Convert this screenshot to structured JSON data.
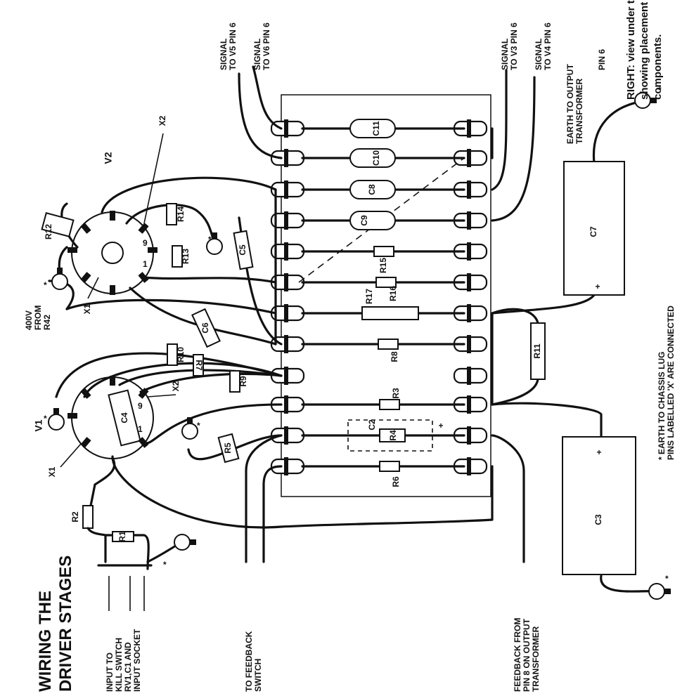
{
  "diagram": {
    "title_line1": "WIRING THE",
    "title_line2": "DRIVER STAGES",
    "caption_line1": "RIGHT: view under the",
    "caption_line2": "showing placement of",
    "caption_line3": "components.",
    "note_line1": "* EARTH TO CHASSIS LUG",
    "note_line2": "PINS LABELLED 'X' ARE CONNECTED",
    "valve_labels": [
      "V1",
      "V2"
    ],
    "pin_labels": [
      "X1",
      "X2",
      "X1",
      "X2",
      "1",
      "9",
      "1",
      "9"
    ],
    "component_labels": [
      "R1",
      "R2",
      "R3",
      "R4",
      "R5",
      "R6",
      "R7",
      "R8",
      "R9",
      "R10",
      "R11",
      "R12",
      "R13",
      "R14",
      "R15",
      "R16",
      "R17",
      "C2",
      "C3",
      "C4",
      "C5",
      "C6",
      "C7",
      "C8",
      "C9",
      "C10",
      "C11"
    ],
    "callouts": {
      "input": [
        "INPUT TO",
        "KILL SWITCH",
        "RV1,C1 AND",
        "INPUT SOCKET"
      ],
      "feedback_switch": [
        "TO FEEDBACK",
        "SWITCH"
      ],
      "feedback_from": [
        "FEEDBACK FROM",
        "PIN 8 ON OUTPUT",
        "TRANSFORMER"
      ],
      "from_r42": [
        "400V",
        "FROM",
        "R42"
      ],
      "signal_v5": [
        "SIGNAL",
        "TO V5 PIN 6"
      ],
      "signal_v6": [
        "SIGNAL",
        "TO V6 PIN 6"
      ],
      "signal_v3": [
        "SIGNAL",
        "TO V3 PIN 6"
      ],
      "signal_v4": [
        "SIGNAL",
        "TO V4 PIN 6"
      ],
      "earth_output": [
        "EARTH TO OUTPUT",
        "TRANSFORMER"
      ],
      "pin6": "PIN 6"
    },
    "plus_sign": "+",
    "asterisk": "*"
  }
}
